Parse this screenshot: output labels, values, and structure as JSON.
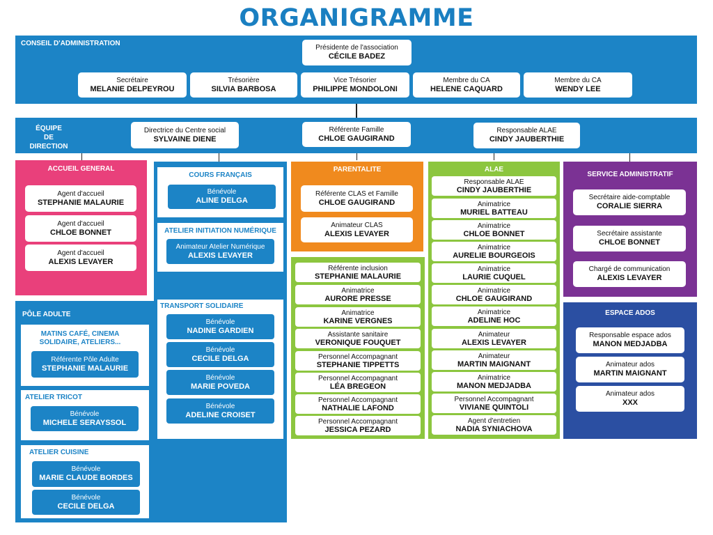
{
  "title": "ORGANIGRAMME",
  "conseil": {
    "label": "CONSEIL D'ADMINISTRATION",
    "president": {
      "role": "Présidente de l'association",
      "name": "CÉCILE BADEZ"
    },
    "members": [
      {
        "role": "Secrétaire",
        "name": "MELANIE DELPEYROU"
      },
      {
        "role": "Trésorière",
        "name": "SILVIA BARBOSA"
      },
      {
        "role": "Vice Trésorier",
        "name": "PHILIPPE MONDOLONI"
      },
      {
        "role": "Membre du CA",
        "name": "HELENE CAQUARD"
      },
      {
        "role": "Membre du CA",
        "name": "WENDY LEE"
      }
    ]
  },
  "direction": {
    "label1": "ÉQUIPE",
    "label2": "DE DIRECTION",
    "members": [
      {
        "role": "Directrice du Centre social",
        "name": "SYLVAINE DIENE"
      },
      {
        "role": "Référente Famille",
        "name": "CHLOE GAUGIRAND"
      },
      {
        "role": "Responsable ALAE",
        "name": "CINDY JAUBERTHIE"
      }
    ]
  },
  "accueil": {
    "label": "ACCUEIL GENERAL",
    "members": [
      {
        "role": "Agent d'accueil",
        "name": "STEPHANIE MALAURIE"
      },
      {
        "role": "Agent d'accueil",
        "name": "CHLOE BONNET"
      },
      {
        "role": "Agent d'accueil",
        "name": "ALEXIS LEVAYER"
      }
    ]
  },
  "pole_adulte": {
    "label": "PÔLE ADULTE",
    "matins": {
      "label1": "MATINS CAFÉ, CINEMA",
      "label2": "SOLIDAIRE, ATELIERS...",
      "role": "Référente Pôle Adulte",
      "name": "STEPHANIE MALAURIE"
    },
    "tricot": {
      "label": "ATELIER TRICOT",
      "role": "Bénévole",
      "name": "MICHELE SERAYSSOL"
    },
    "cuisine": {
      "label": "ATELIER CUISINE",
      "members": [
        {
          "role": "Bénévole",
          "name": "MARIE CLAUDE BORDES"
        },
        {
          "role": "Bénévole",
          "name": "CECILE DELGA"
        }
      ]
    }
  },
  "cours": {
    "label": "COURS FRANÇAIS",
    "role": "Bénévole",
    "name": "ALINE DELGA"
  },
  "numerique": {
    "label": "ATELIER INITIATION NUMÉRIQUE",
    "role": "Animateur Atelier Numérique",
    "name": "ALEXIS LEVAYER"
  },
  "transport": {
    "label": "TRANSPORT SOLIDAIRE",
    "members": [
      {
        "role": "Bénévole",
        "name": "NADINE GARDIEN"
      },
      {
        "role": "Bénévole",
        "name": "CECILE DELGA"
      },
      {
        "role": "Bénévole",
        "name": "MARIE POVEDA"
      },
      {
        "role": "Bénévole",
        "name": "ADELINE CROISET"
      }
    ]
  },
  "parentalite": {
    "label": "PARENTALITE",
    "members": [
      {
        "role": "Référente CLAS et Famille",
        "name": "CHLOE GAUGIRAND"
      },
      {
        "role": "Animateur CLAS",
        "name": "ALEXIS LEVAYER"
      }
    ]
  },
  "inclusion": {
    "members": [
      {
        "role": "Référente inclusion",
        "name": "STEPHANIE MALAURIE"
      },
      {
        "role": "Animatrice",
        "name": "AURORE PRESSE"
      },
      {
        "role": "Animatrice",
        "name": "KARINE VERGNES"
      },
      {
        "role": "Assistante sanitaire",
        "name": "VERONIQUE FOUQUET"
      },
      {
        "role": "Personnel Accompagnant",
        "name": "STEPHANIE TIPPETTS"
      },
      {
        "role": "Personnel Accompagnant",
        "name": "LÉA BREGEON"
      },
      {
        "role": "Personnel Accompagnant",
        "name": "NATHALIE LAFOND"
      },
      {
        "role": "Personnel Accompagnant",
        "name": "JESSICA PEZARD"
      }
    ]
  },
  "alae": {
    "label": "ALAE",
    "members": [
      {
        "role": "Responsable ALAE",
        "name": "CINDY JAUBERTHIE"
      },
      {
        "role": "Animatrice",
        "name": "MURIEL BATTEAU"
      },
      {
        "role": "Animatrice",
        "name": "CHLOE BONNET"
      },
      {
        "role": "Animatrice",
        "name": "AURELIE BOURGEOIS"
      },
      {
        "role": "Animatrice",
        "name": "LAURIE CUQUEL"
      },
      {
        "role": "Animatrice",
        "name": "CHLOE GAUGIRAND"
      },
      {
        "role": "Animatrice",
        "name": "ADELINE HOC"
      },
      {
        "role": "Animateur",
        "name": "ALEXIS LEVAYER"
      },
      {
        "role": "Animateur",
        "name": "MARTIN MAIGNANT"
      },
      {
        "role": "Animatrice",
        "name": "MANON MEDJADBA"
      },
      {
        "role": "Personnel Accompagnant",
        "name": "VIVIANE QUINTOLI"
      },
      {
        "role": "Agent d'entretien",
        "name": "NADIA SYNIACHOVA"
      }
    ]
  },
  "admin": {
    "label": "SERVICE ADMINISTRATIF",
    "members": [
      {
        "role": "Secrétaire aide-comptable",
        "name": "CORALIE SIERRA"
      },
      {
        "role": "Secrétaire assistante",
        "name": "CHLOE BONNET"
      },
      {
        "role": "Chargé de communication",
        "name": "ALEXIS LEVAYER"
      }
    ]
  },
  "ados": {
    "label": "ESPACE ADOS",
    "members": [
      {
        "role": "Responsable espace ados",
        "name": "MANON MEDJADBA"
      },
      {
        "role": "Animateur ados",
        "name": "MARTIN MAIGNANT"
      },
      {
        "role": "Animateur ados",
        "name": "XXX"
      }
    ]
  },
  "colors": {
    "blue": "#1c84c6",
    "pink": "#e9407b",
    "orange": "#f08a1e",
    "green": "#8cc63f",
    "purple": "#7b3294",
    "navy": "#2b4fa2"
  }
}
